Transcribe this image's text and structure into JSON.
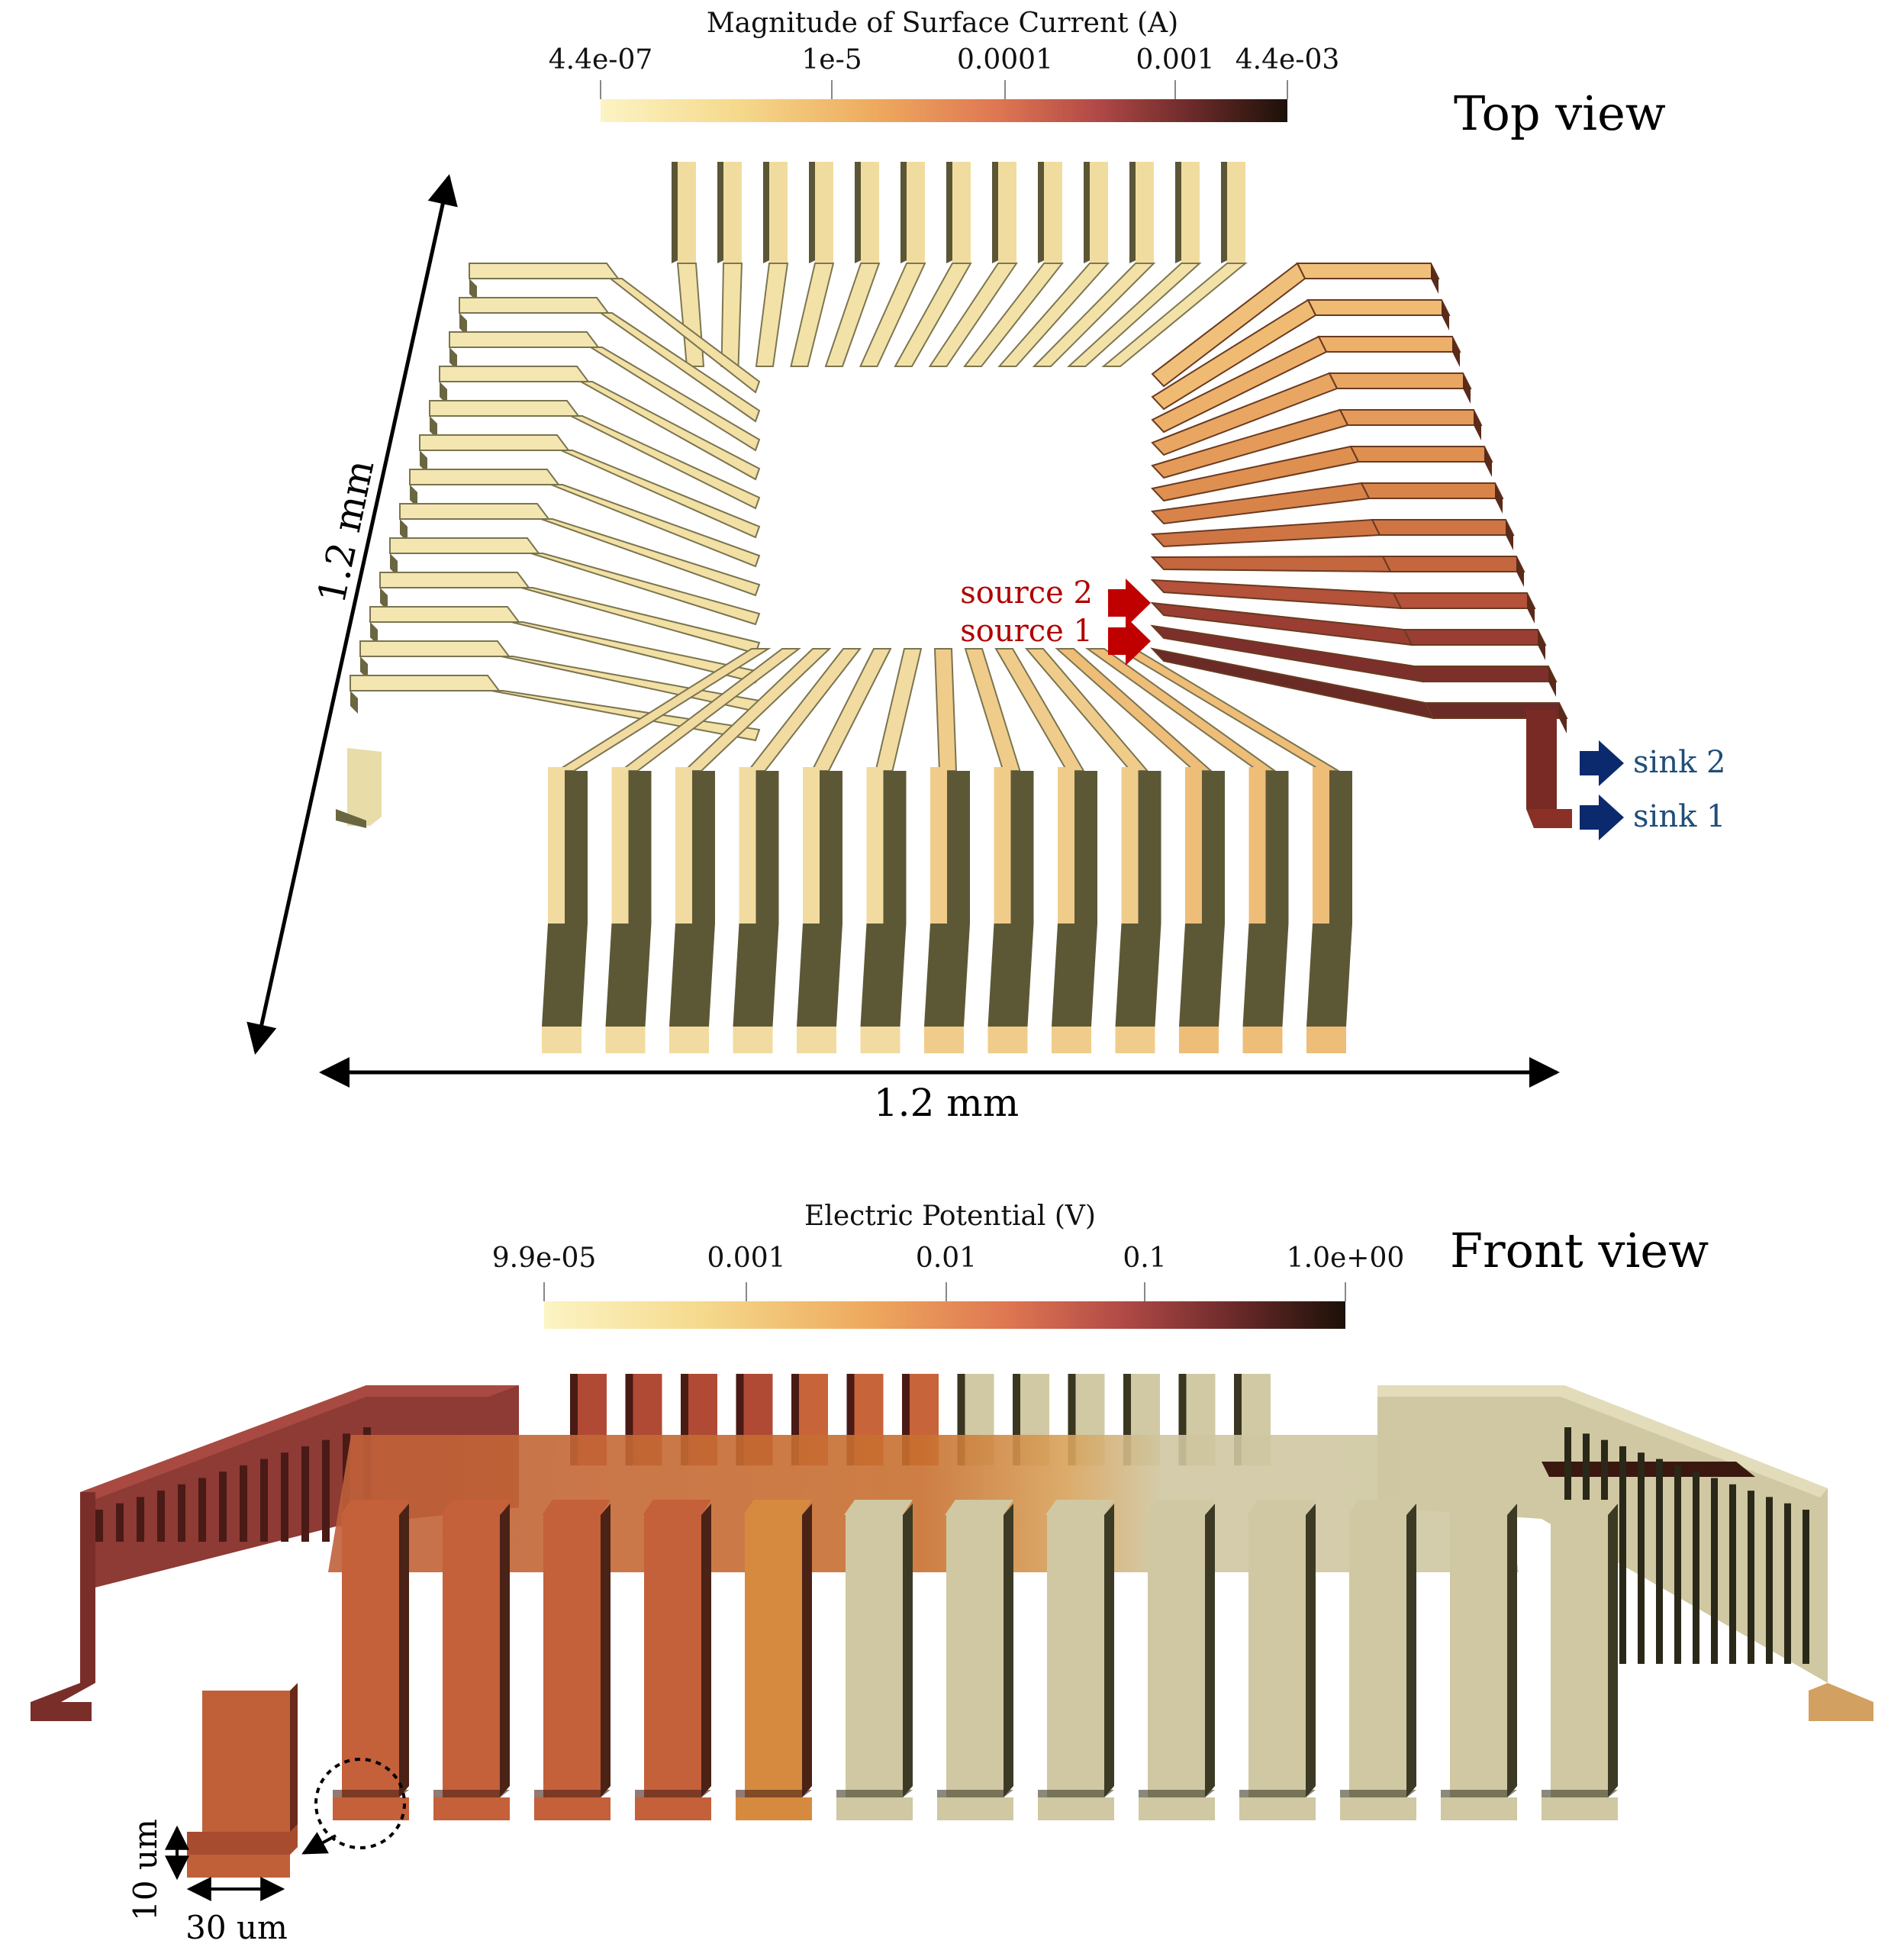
{
  "top_view": {
    "label": "Top view",
    "colorbar": {
      "title": "Magnitude of Surface Current (A)",
      "ticks": [
        "4.4e-07",
        "1e-5",
        "0.0001",
        "0.001",
        "4.4e-03"
      ]
    },
    "dim_vertical": "1.2 mm",
    "dim_horizontal": "1.2 mm",
    "sources": [
      "source 2",
      "source 1"
    ],
    "sinks": [
      "sink 2",
      "sink 1"
    ],
    "colors": {
      "source_arrow": "#c00000",
      "sink_arrow": "#0b2a6e",
      "sink_text": "#1f4e79",
      "source_text": "#b00000"
    }
  },
  "front_view": {
    "label": "Front view",
    "colorbar": {
      "title": "Electric Potential (V)",
      "ticks": [
        "9.9e-05",
        "0.001",
        "0.01",
        "0.1",
        "1.0e+00"
      ]
    },
    "scale_height": "10 um",
    "scale_width": "30 um"
  },
  "colormap": [
    "#fbf3c0",
    "#f4cf7a",
    "#eaa05a",
    "#d56a48",
    "#a93f3f",
    "#6a2626",
    "#1a1008"
  ]
}
